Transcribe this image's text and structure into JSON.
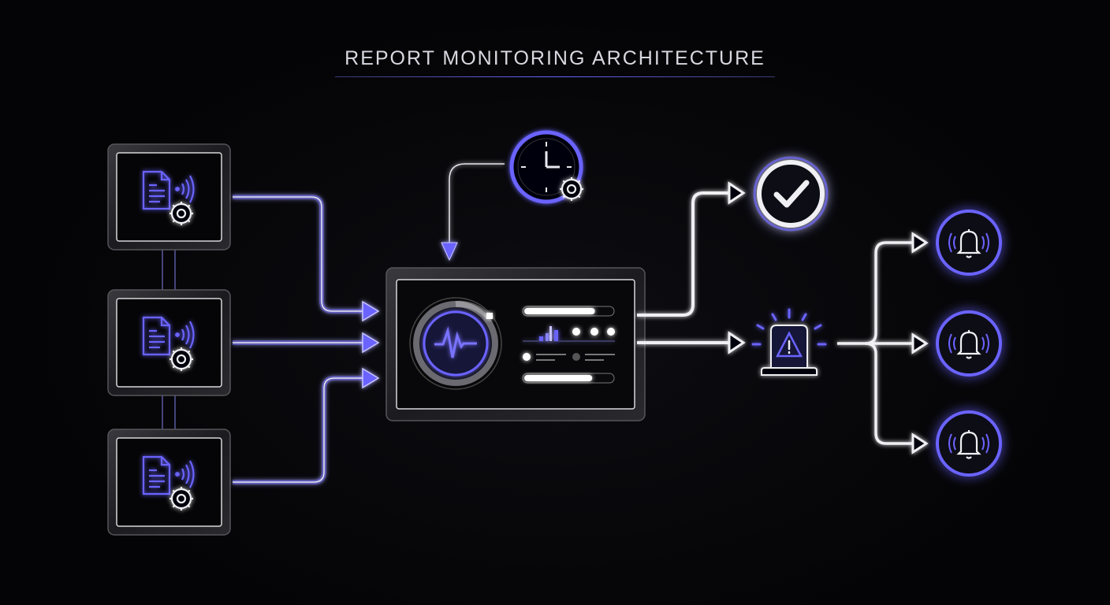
{
  "title": "REPORT MONITORING ARCHITECTURE",
  "colors": {
    "accent": "#6b63ff",
    "glow": "#8a84ff",
    "line": "#e8e8f0",
    "panel": "#1a1a1e"
  },
  "report_sources": [
    {
      "icon": "report-document-gear-icon"
    },
    {
      "icon": "report-document-gear-icon"
    },
    {
      "icon": "report-document-gear-icon"
    }
  ],
  "scheduler": {
    "icon": "clock-gear-icon"
  },
  "monitor": {
    "icon": "heartbeat-icon",
    "progress_top": 0.8,
    "progress_bottom": 0.77
  },
  "outcomes": {
    "success_icon": "check-circle-icon",
    "alert_icon": "siren-warning-icon"
  },
  "notifications": [
    {
      "icon": "bell-icon"
    },
    {
      "icon": "bell-icon"
    },
    {
      "icon": "bell-icon"
    }
  ]
}
